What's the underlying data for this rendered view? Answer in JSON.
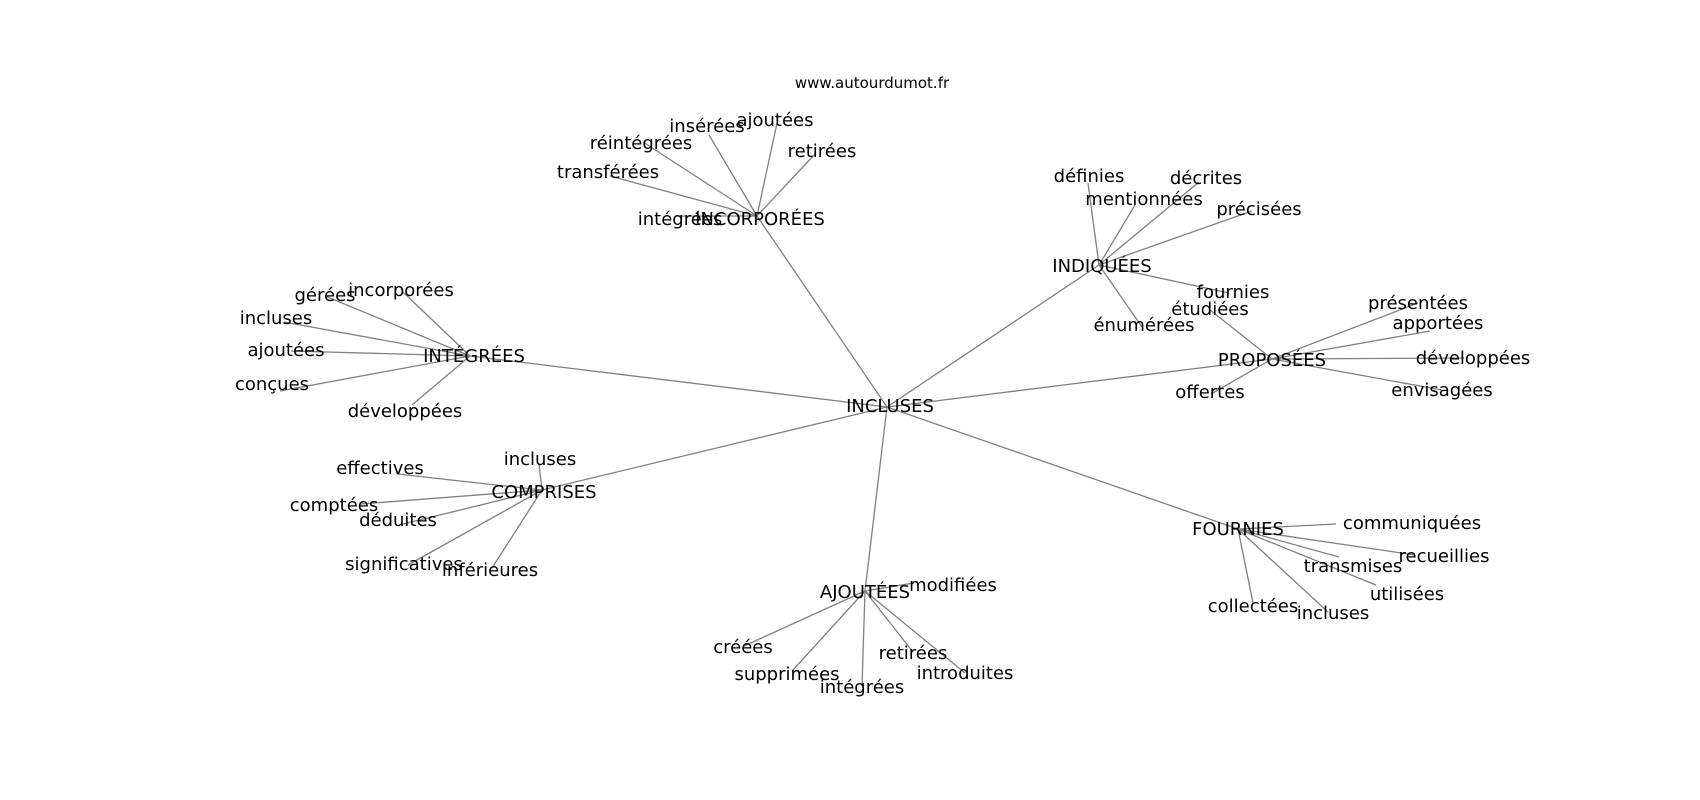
{
  "watermark": "www.autourdumot.fr",
  "center": "INCLUSES",
  "clusters": [
    {
      "label": "INCORPORÉES",
      "leaves": [
        "intégrées",
        "transférées",
        "réintégrées",
        "insérées",
        "ajoutées",
        "retirées"
      ]
    },
    {
      "label": "INDIQUÉES",
      "leaves": [
        "définies",
        "mentionnées",
        "décrites",
        "précisées",
        "fournies",
        "énumérées"
      ]
    },
    {
      "label": "INTÉGRÉES",
      "leaves": [
        "gérées",
        "incorporées",
        "incluses",
        "ajoutées",
        "conçues",
        "développées"
      ]
    },
    {
      "label": "PROPOSÉES",
      "leaves": [
        "étudiées",
        "présentées",
        "apportées",
        "développées",
        "envisagées",
        "offertes"
      ]
    },
    {
      "label": "COMPRISES",
      "leaves": [
        "incluses",
        "effectives",
        "comptées",
        "déduites",
        "significatives",
        "inférieures"
      ]
    },
    {
      "label": "FOURNIES",
      "leaves": [
        "communiquées",
        "recueillies",
        "transmises",
        "utilisées",
        "incluses",
        "collectées"
      ]
    },
    {
      "label": "AJOUTÉES",
      "leaves": [
        "modifiées",
        "créées",
        "supprimées",
        "intégrées",
        "retirées",
        "introduites"
      ]
    }
  ]
}
